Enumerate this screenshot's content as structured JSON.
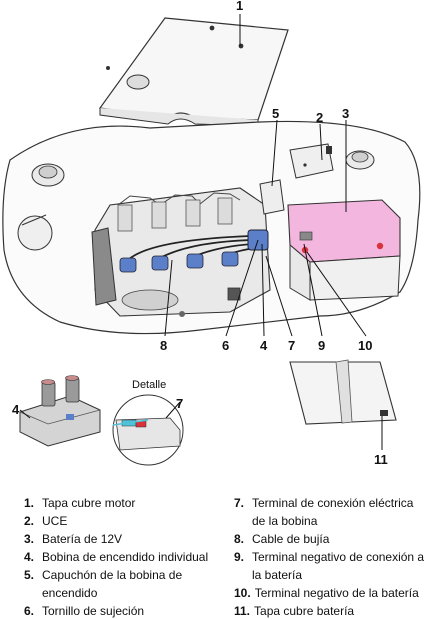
{
  "callouts": {
    "c1": "1",
    "c2": "2",
    "c3": "3",
    "c4": "4",
    "c5": "5",
    "c6": "6",
    "c7": "7",
    "c8": "8",
    "c9": "9",
    "c10": "10",
    "c11": "11",
    "detail_4": "4",
    "detail_7": "7"
  },
  "detail_title": "Detalle",
  "legend": {
    "items": [
      {
        "num": "1.",
        "text": "Tapa cubre motor"
      },
      {
        "num": "2.",
        "text": "UCE"
      },
      {
        "num": "3.",
        "text": "Batería de 12V"
      },
      {
        "num": "4.",
        "text": "Bobina de encendido individual"
      },
      {
        "num": "5.",
        "text": "Capuchón de la bobina de encendido"
      },
      {
        "num": "6.",
        "text": "Tornillo de sujeción"
      },
      {
        "num": "7.",
        "text": "Terminal de conexión eléctrica de la bobina"
      },
      {
        "num": "8.",
        "text": "Cable de bujía"
      },
      {
        "num": "9.",
        "text": "Terminal negativo de conexión a la batería"
      },
      {
        "num": "10.",
        "text": "Terminal negativo de la batería"
      },
      {
        "num": "11.",
        "text": "Tapa cubre batería"
      }
    ]
  },
  "colors": {
    "battery_pink": "#f3b6df",
    "coil_blue": "#5b7fc8",
    "connector_cyan": "#4fc3d8",
    "connector_red": "#d8333b",
    "outline": "#222222"
  }
}
